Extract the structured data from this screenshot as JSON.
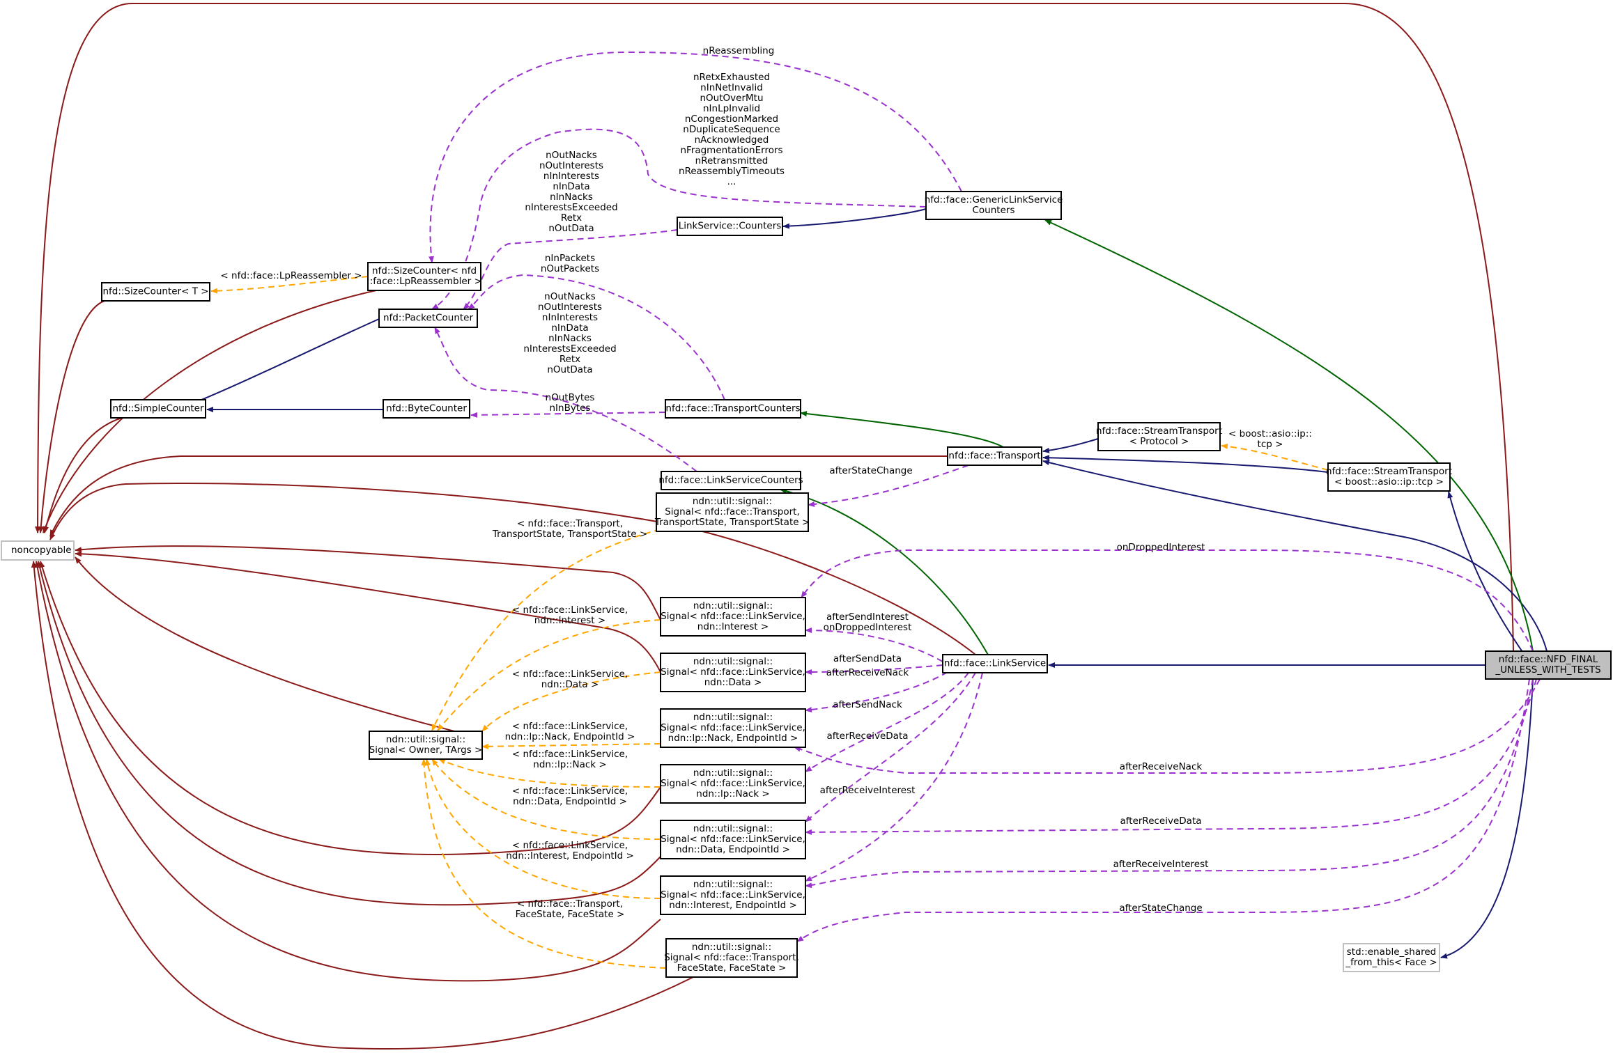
{
  "nodes": [
    {
      "id": "noncopyable",
      "lines": [
        "noncopyable"
      ],
      "style": "grey"
    },
    {
      "id": "size-counter-t",
      "lines": [
        "nfd::SizeCounter< T >"
      ]
    },
    {
      "id": "size-counter-lpr",
      "lines": [
        "nfd::SizeCounter< nfd",
        "::face::LpReassembler >"
      ]
    },
    {
      "id": "packet-counter",
      "lines": [
        "nfd::PacketCounter"
      ]
    },
    {
      "id": "simple-counter",
      "lines": [
        "nfd::SimpleCounter"
      ]
    },
    {
      "id": "byte-counter",
      "lines": [
        "nfd::ByteCounter"
      ]
    },
    {
      "id": "transport-counters",
      "lines": [
        "nfd::face::TransportCounters"
      ]
    },
    {
      "id": "linkservice-counters-plain",
      "lines": [
        "LinkService::Counters"
      ]
    },
    {
      "id": "generic-linkservice-counters",
      "lines": [
        "nfd::face::GenericLinkService",
        "Counters"
      ]
    },
    {
      "id": "transport",
      "lines": [
        "nfd::face::Transport"
      ]
    },
    {
      "id": "stream-transport",
      "lines": [
        "nfd::face::StreamTransport",
        "< Protocol >"
      ]
    },
    {
      "id": "stream-transport-tcp",
      "lines": [
        "nfd::face::StreamTransport",
        "< boost::asio::ip::tcp >"
      ]
    },
    {
      "id": "linkservice-counters",
      "lines": [
        "nfd::face::LinkServiceCounters"
      ]
    },
    {
      "id": "signal-transport-state",
      "lines": [
        "ndn::util::signal::",
        "Signal< nfd::face::Transport,",
        "TransportState, TransportState >"
      ]
    },
    {
      "id": "signal-ls-interest",
      "lines": [
        "ndn::util::signal::",
        "Signal< nfd::face::LinkService,",
        "ndn::Interest >"
      ]
    },
    {
      "id": "signal-ls-data",
      "lines": [
        "ndn::util::signal::",
        "Signal< nfd::face::LinkService,",
        "ndn::Data >"
      ]
    },
    {
      "id": "signal-ls-nack-ep",
      "lines": [
        "ndn::util::signal::",
        "Signal< nfd::face::LinkService,",
        "ndn::lp::Nack, EndpointId >"
      ]
    },
    {
      "id": "signal-ls-nack",
      "lines": [
        "ndn::util::signal::",
        "Signal< nfd::face::LinkService,",
        "ndn::lp::Nack >"
      ]
    },
    {
      "id": "signal-ls-data-ep",
      "lines": [
        "ndn::util::signal::",
        "Signal< nfd::face::LinkService,",
        "ndn::Data, EndpointId >"
      ]
    },
    {
      "id": "signal-ls-interest-ep",
      "lines": [
        "ndn::util::signal::",
        "Signal< nfd::face::LinkService,",
        "ndn::Interest, EndpointId >"
      ]
    },
    {
      "id": "signal-face-state",
      "lines": [
        "ndn::util::signal::",
        "Signal< nfd::face::Transport,",
        "FaceState, FaceState >"
      ]
    },
    {
      "id": "signal-owner-targs",
      "lines": [
        "ndn::util::signal::",
        "Signal< Owner, TArgs >"
      ]
    },
    {
      "id": "linkservice",
      "lines": [
        "nfd::face::LinkService"
      ]
    },
    {
      "id": "face",
      "lines": [
        "nfd::face::NFD_FINAL",
        "_UNLESS_WITH_TESTS"
      ],
      "style": "hl"
    },
    {
      "id": "enable-shared",
      "lines": [
        "std::enable_shared",
        "_from_this< Face >"
      ],
      "style": "grey"
    }
  ],
  "edge_labels": [
    {
      "id": "lbl-nreassembling",
      "lines": [
        "nReassembling"
      ]
    },
    {
      "id": "lbl-generic-counters",
      "lines": [
        "nRetxExhausted",
        "nInNetInvalid",
        "nOutOverMtu",
        "nInLpInvalid",
        "nCongestionMarked",
        "nDuplicateSequence",
        "nAcknowledged",
        "nFragmentationErrors",
        "nRetransmitted",
        "nReassemblyTimeouts",
        "..."
      ]
    },
    {
      "id": "lbl-ls-counters",
      "lines": [
        "nOutNacks",
        "nOutInterests",
        "nInInterests",
        "nInData",
        "nInNacks",
        "nInterestsExceeded",
        "Retx",
        "nOutData"
      ]
    },
    {
      "id": "lbl-transport-packets",
      "lines": [
        "nInPackets",
        "nOutPackets"
      ]
    },
    {
      "id": "lbl-lsc-packets",
      "lines": [
        "nOutNacks",
        "nOutInterests",
        "nInInterests",
        "nInData",
        "nInNacks",
        "nInterestsExceeded",
        "Retx",
        "nOutData"
      ]
    },
    {
      "id": "lbl-bytes",
      "lines": [
        "nOutBytes",
        "nInBytes"
      ]
    },
    {
      "id": "lbl-lp-reassembler",
      "lines": [
        "< nfd::face::LpReassembler >"
      ]
    },
    {
      "id": "lbl-boost-tcp",
      "lines": [
        "< boost::asio::ip::",
        "tcp >"
      ]
    },
    {
      "id": "lbl-after-state-change-1",
      "lines": [
        "afterStateChange"
      ]
    },
    {
      "id": "lbl-t-transport-state",
      "lines": [
        "< nfd::face::Transport,",
        "TransportState, TransportState >"
      ]
    },
    {
      "id": "lbl-on-dropped-interest",
      "lines": [
        "onDroppedInterest"
      ]
    },
    {
      "id": "lbl-t-ls-interest",
      "lines": [
        "< nfd::face::LinkService,",
        "ndn::Interest >"
      ]
    },
    {
      "id": "lbl-after-send-interest",
      "lines": [
        "afterSendInterest",
        "onDroppedInterest"
      ]
    },
    {
      "id": "lbl-after-send-data",
      "lines": [
        "afterSendData"
      ]
    },
    {
      "id": "lbl-after-receive-nack-1",
      "lines": [
        "afterReceiveNack"
      ]
    },
    {
      "id": "lbl-t-ls-data",
      "lines": [
        "< nfd::face::LinkService,",
        "ndn::Data >"
      ]
    },
    {
      "id": "lbl-after-send-nack",
      "lines": [
        "afterSendNack"
      ]
    },
    {
      "id": "lbl-t-ls-nack-ep",
      "lines": [
        "< nfd::face::LinkService,",
        "ndn::lp::Nack, EndpointId >"
      ]
    },
    {
      "id": "lbl-after-receive-data-1",
      "lines": [
        "afterReceiveData"
      ]
    },
    {
      "id": "lbl-t-ls-nack",
      "lines": [
        "< nfd::face::LinkService,",
        "ndn::lp::Nack >"
      ]
    },
    {
      "id": "lbl-after-receive-nack-2",
      "lines": [
        "afterReceiveNack"
      ]
    },
    {
      "id": "lbl-t-ls-data-ep",
      "lines": [
        "< nfd::face::LinkService,",
        "ndn::Data, EndpointId >"
      ]
    },
    {
      "id": "lbl-after-receive-interest-1",
      "lines": [
        "afterReceiveInterest"
      ]
    },
    {
      "id": "lbl-after-receive-data-2",
      "lines": [
        "afterReceiveData"
      ]
    },
    {
      "id": "lbl-t-ls-interest-ep",
      "lines": [
        "< nfd::face::LinkService,",
        "ndn::Interest, EndpointId >"
      ]
    },
    {
      "id": "lbl-after-receive-interest-2",
      "lines": [
        "afterReceiveInterest"
      ]
    },
    {
      "id": "lbl-t-face-state",
      "lines": [
        "< nfd::face::Transport,",
        "FaceState, FaceState >"
      ]
    },
    {
      "id": "lbl-after-state-change-2",
      "lines": [
        "afterStateChange"
      ]
    }
  ],
  "legend_colors": {
    "private_inheritance": "#8b1a1a",
    "public_inheritance": "#191970",
    "protected_inheritance": "#006400",
    "usage": "#9a32cd",
    "template_instance": "#ffa500"
  }
}
